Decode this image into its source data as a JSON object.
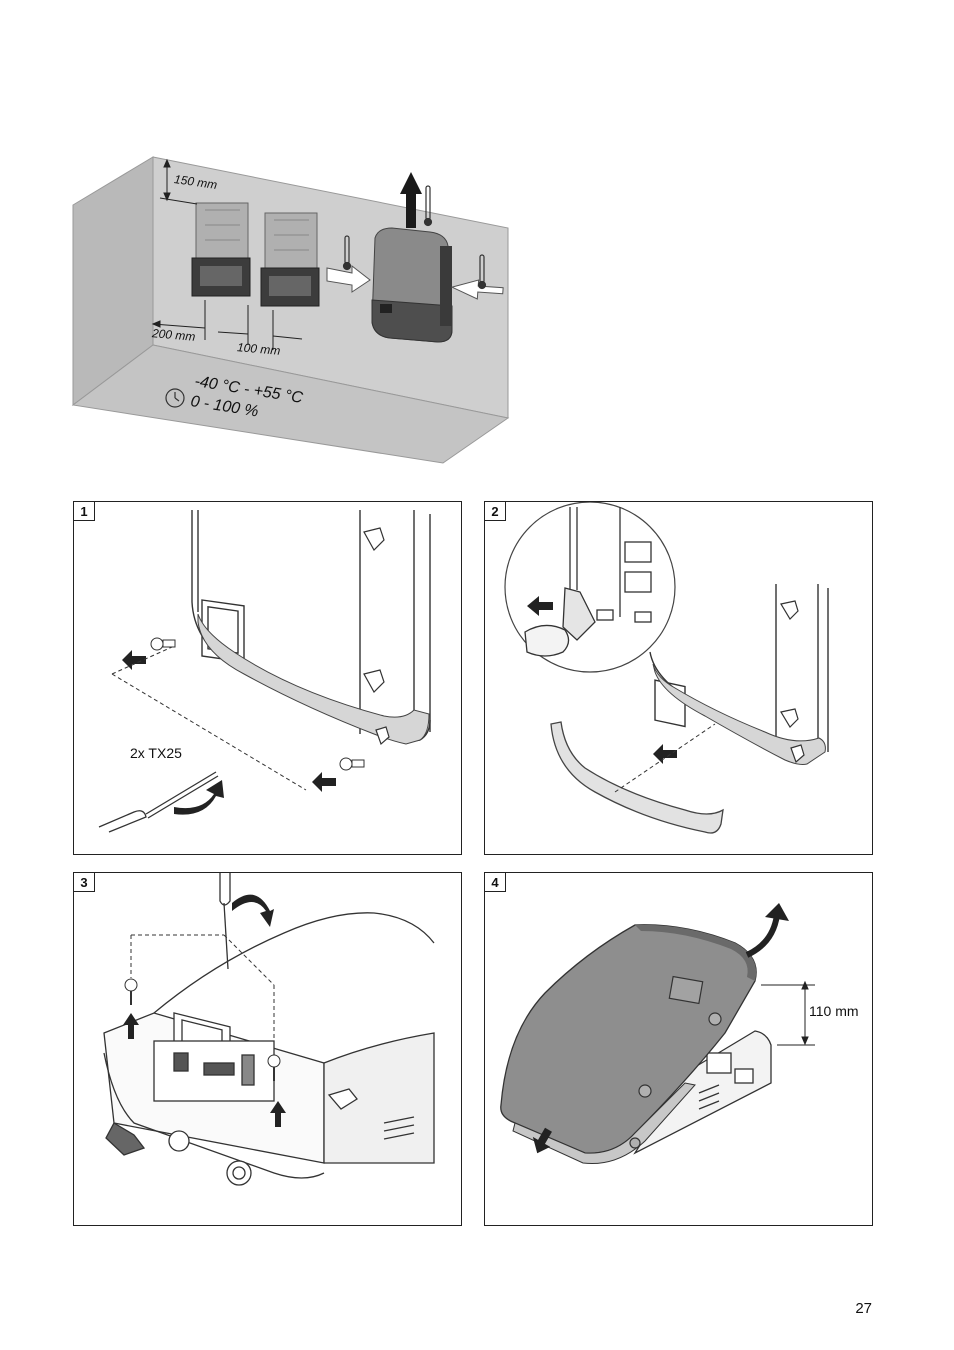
{
  "installation": {
    "dims": {
      "top": "150 mm",
      "side": "200 mm",
      "between": "100 mm"
    },
    "temp_range": "-40 °C - +55 °C",
    "humidity_range": "0 - 100 %"
  },
  "steps": [
    {
      "number": "1",
      "label": "2x TX25"
    },
    {
      "number": "2"
    },
    {
      "number": "3"
    },
    {
      "number": "4",
      "dim": "110 mm"
    }
  ],
  "page_number": "27"
}
